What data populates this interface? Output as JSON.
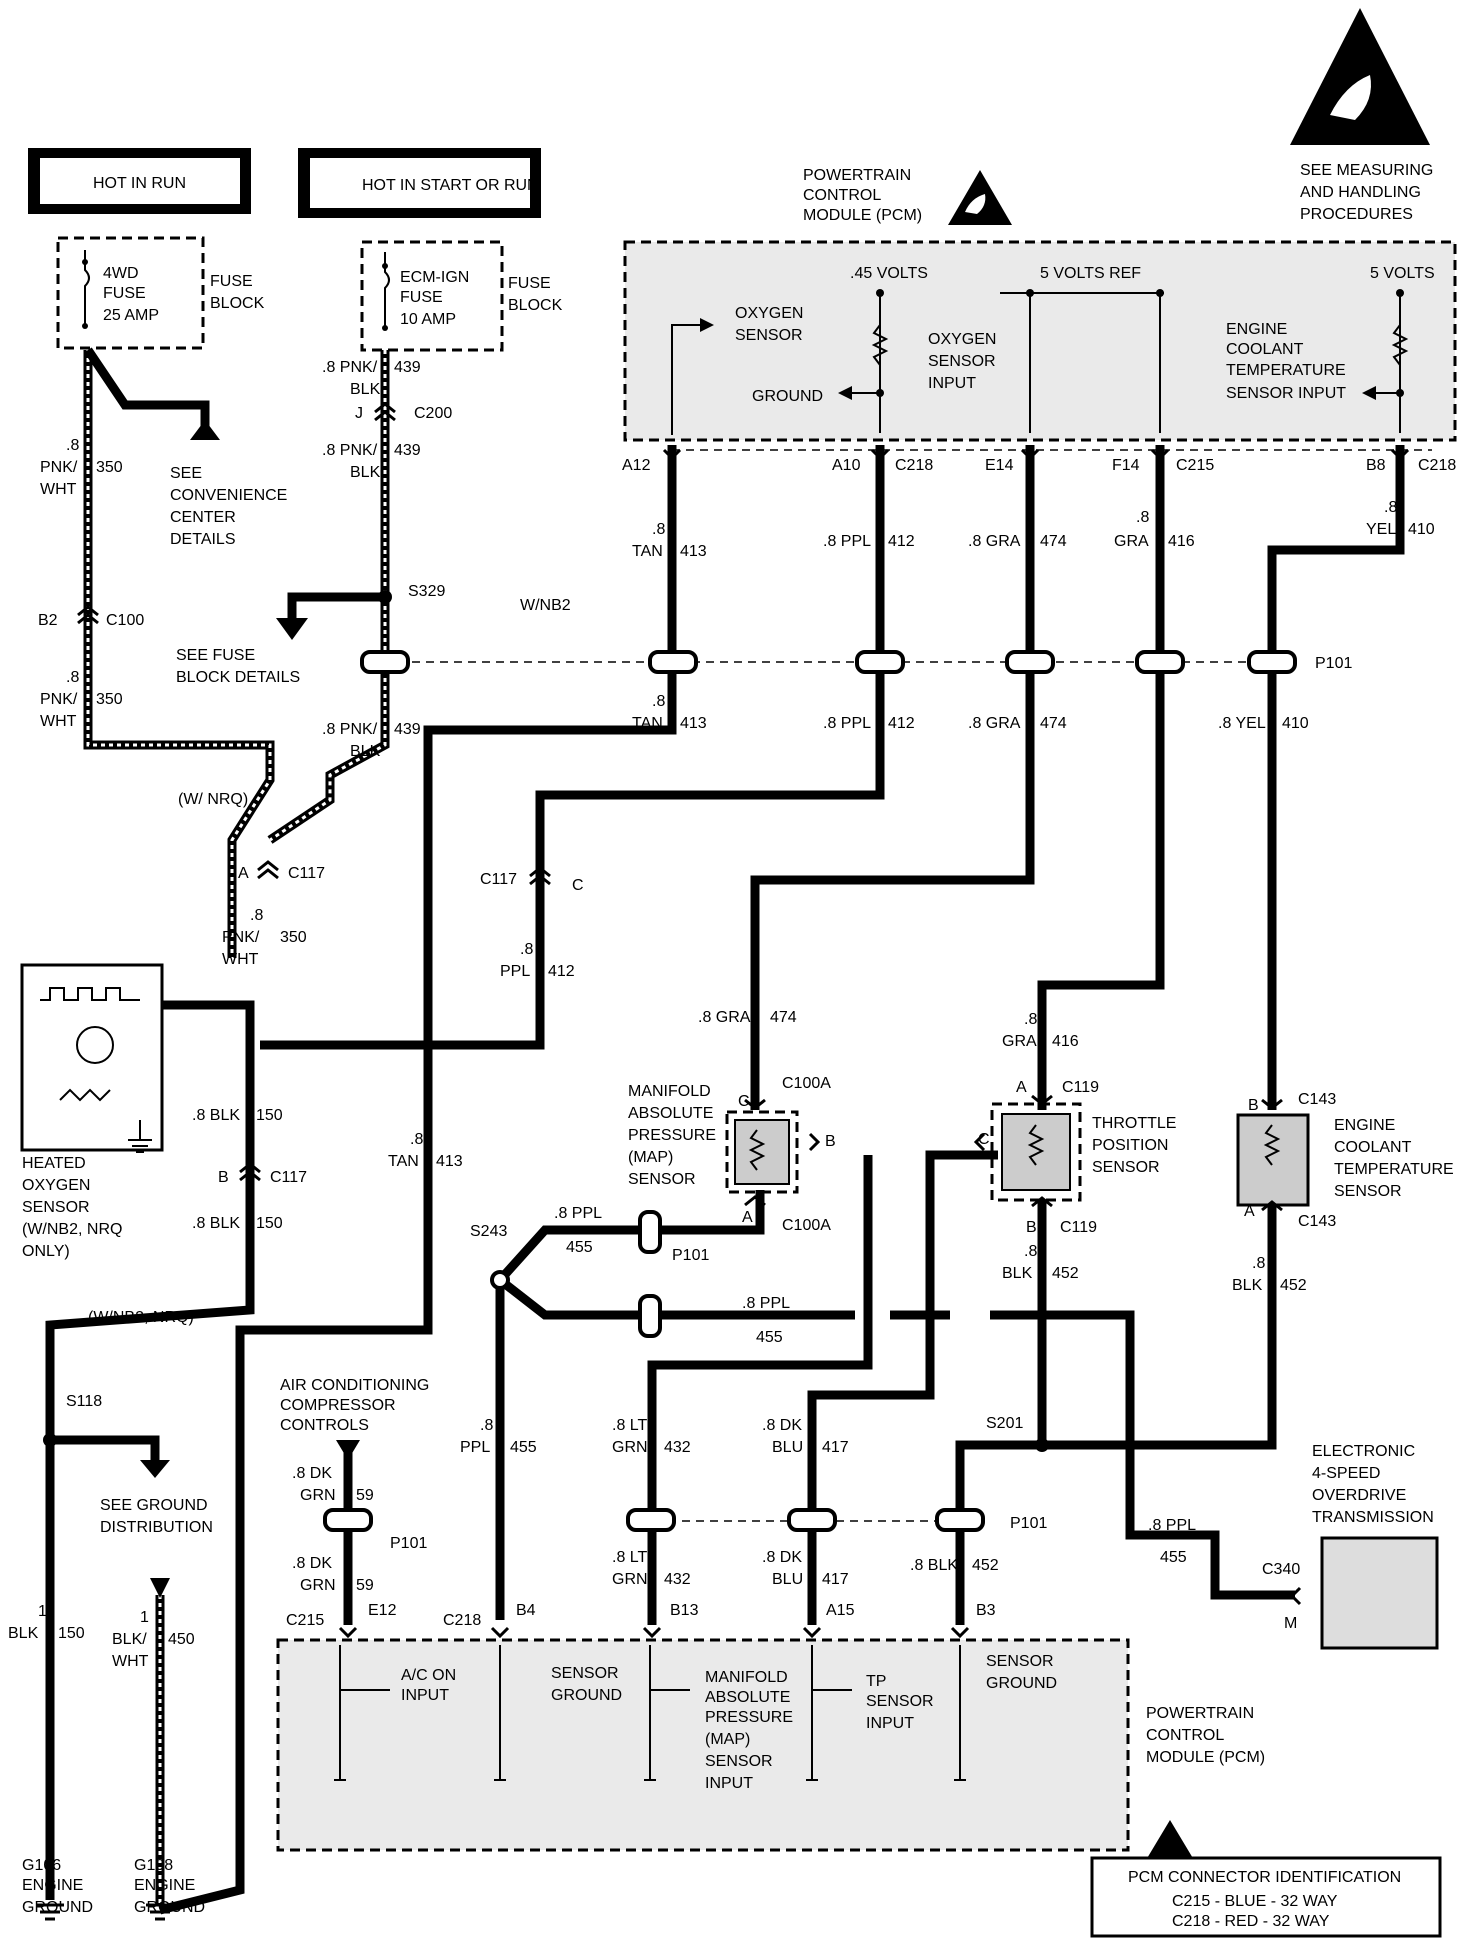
{
  "diagram": {
    "power": {
      "hot_in_run": "HOT IN RUN",
      "hot_in_start_or_run": "HOT IN START OR RUN"
    },
    "fuse1": {
      "line1": "4WD",
      "line2": "FUSE",
      "line3": "25 AMP",
      "block1": "FUSE",
      "block2": "BLOCK"
    },
    "fuse2": {
      "line1": "ECM-IGN",
      "line2": "FUSE",
      "line3": "10 AMP",
      "block1": "FUSE",
      "block2": "BLOCK"
    },
    "esd_note": {
      "line1": "SEE MEASURING",
      "line2": "AND HANDLING",
      "line3": "PROCEDURES"
    },
    "pcm_top": {
      "title1": "POWERTRAIN",
      "title2": "CONTROL",
      "title3": "MODULE (PCM)",
      "oxygen_sensor1": "OXYGEN",
      "oxygen_sensor2": "SENSOR",
      "volts45": ".45 VOLTS",
      "volts5ref": "5 VOLTS REF",
      "volts5": "5 VOLTS",
      "o2_input1": "OXYGEN",
      "o2_input2": "SENSOR",
      "o2_input3": "INPUT",
      "ground": "GROUND",
      "ect1": "ENGINE",
      "ect2": "COOLANT",
      "ect3": "TEMPERATURE",
      "ect4": "SENSOR INPUT"
    },
    "top_pins": [
      "A12",
      "A10",
      "C218",
      "E14",
      "F14",
      "C215",
      "B8",
      "C218"
    ],
    "wire_labels": {
      "w350a_1": ".8",
      "w350a_2": "PNK/",
      "w350a_3": "WHT",
      "w350a_num": "350",
      "w439a_1": ".8 PNK/",
      "w439a_2": "BLK",
      "w439a_num": "439",
      "c200_j": "J",
      "c200": "C200",
      "w439b_1": ".8 PNK/",
      "w439b_2": "BLK",
      "w439b_num": "439",
      "w413a_1": ".8",
      "w413a_2": "TAN",
      "w413a_num": "413",
      "w412a": ".8 PPL",
      "w412a_num": "412",
      "w474a": ".8 GRA",
      "w474a_num": "474",
      "w416a_1": ".8",
      "w416a_2": "GRA",
      "w416a_num": "416",
      "w410a_1": ".8",
      "w410a_2": "YEL",
      "w410a_num": "410",
      "see_convenience1": "SEE",
      "see_convenience2": "CONVENIENCE",
      "see_convenience3": "CENTER",
      "see_convenience4": "DETAILS",
      "b2": "B2",
      "c100": "C100",
      "w350b_1": ".8",
      "w350b_2": "PNK/",
      "w350b_3": "WHT",
      "w350b_num": "350",
      "s329": "S329",
      "wnb2": "W/NB2",
      "see_fuse1": "SEE FUSE",
      "see_fuse2": "BLOCK DETAILS",
      "p101": "P101",
      "w413b_1": ".8",
      "w413b_2": "TAN",
      "w413b_num": "413",
      "w412b": ".8 PPL",
      "w412b_num": "412",
      "w474b": ".8 GRA",
      "w474b_num": "474",
      "w410b": ".8 YEL",
      "w410b_num": "410",
      "w439c_1": ".8 PNK/",
      "w439c_2": "BLK",
      "w439c_num": "439",
      "w_nrq": "(W/ NRQ)",
      "c117_a": "A",
      "c117a": "C117",
      "w350c_1": ".8",
      "w350c_2": "PNK/",
      "w350c_3": "WHT",
      "w350c_num": "350",
      "c117b": "C117",
      "c117b_c": "C",
      "w412c_1": ".8",
      "w412c_2": "PPL",
      "w412c_num": "412",
      "w474c": ".8 GRA",
      "w474c_num": "474",
      "w416c_1": ".8",
      "w416c_2": "GRA",
      "w416c_num": "416",
      "w150a": ".8 BLK",
      "w150a_num": "150",
      "c117c_b": "B",
      "c117c": "C117",
      "w150b": ".8 BLK",
      "w150b_num": "150",
      "w413c_1": ".8",
      "w413c_2": "TAN",
      "w413c_num": "413",
      "heated1": "HEATED",
      "heated2": "OXYGEN",
      "heated3": "SENSOR",
      "heated4": "(W/NB2, NRQ",
      "heated5": "ONLY)",
      "wnb2nrq": "(W/NB2, NRQ)",
      "map1": "MANIFOLD",
      "map2": "ABSOLUTE",
      "map3": "PRESSURE",
      "map4": "(MAP)",
      "map5": "SENSOR",
      "c100a_top": "C100A",
      "c100a_bot": "C100A",
      "map_c": "C",
      "map_b": "B",
      "map_a": "A",
      "tps_a": "A",
      "c119_top": "C119",
      "tps1": "THROTTLE",
      "tps2": "POSITION",
      "tps3": "SENSOR",
      "tps_c": "C",
      "tps_b": "B",
      "c119_bot": "C119",
      "ect_b": "B",
      "c143_top": "C143",
      "ects1": "ENGINE",
      "ects2": "COOLANT",
      "ects3": "TEMPERATURE",
      "ects4": "SENSOR",
      "ect_a": "A",
      "c143_bot": "C143",
      "w455a": ".8 PPL",
      "w455a_num": "455",
      "s243": "S243",
      "p101b": "P101",
      "w452a_1": ".8",
      "w452a_2": "BLK",
      "w452a_num": "452",
      "w452b_1": ".8",
      "w452b_2": "BLK",
      "w452b_num": "452",
      "w455b": ".8 PPL",
      "w455b_num": "455",
      "s118": "S118",
      "see_ground1": "SEE GROUND",
      "see_ground2": "DISTRIBUTION",
      "ac1": "AIR CONDITIONING",
      "ac2": "COMPRESSOR",
      "ac3": "CONTROLS",
      "w455c_1": ".8",
      "w455c_2": "PPL",
      "w455c_num": "455",
      "w432a_1": ".8 LT",
      "w432a_2": "GRN",
      "w432a_num": "432",
      "w417a_1": ".8 DK",
      "w417a_2": "BLU",
      "w417a_num": "417",
      "s201": "S201",
      "etrans1": "ELECTRONIC",
      "etrans2": "4-SPEED",
      "etrans3": "OVERDRIVE",
      "etrans4": "TRANSMISSION",
      "w59a_1": ".8 DK",
      "w59a_2": "GRN",
      "w59a_num": "59",
      "p101c": "P101",
      "p101d": "P101",
      "w59b_1": ".8 DK",
      "w59b_2": "GRN",
      "w59b_num": "59",
      "w432b_1": ".8 LT",
      "w432b_2": "GRN",
      "w432b_num": "432",
      "w417b_1": ".8 DK",
      "w417b_2": "BLU",
      "w417b_num": "417",
      "w452c": ".8 BLK",
      "w452c_num": "452",
      "w455d": ".8 PPL",
      "w455d_num": "455",
      "c340": "C340",
      "c340_m": "M",
      "w150c_1": "1",
      "w150c_2": "BLK",
      "w150c_num": "150",
      "w450_1": "1",
      "w450_2": "BLK/",
      "w450_3": "WHT",
      "w450_num": "450"
    },
    "bottom_pins": [
      "C215",
      "E12",
      "C218",
      "B4",
      "B13",
      "A15",
      "B3"
    ],
    "pcm_bottom": {
      "ac_on1": "A/C ON",
      "ac_on2": "INPUT",
      "sensor_ground1": "SENSOR",
      "sensor_ground2": "GROUND",
      "map_in1": "MANIFOLD",
      "map_in2": "ABSOLUTE",
      "map_in3": "PRESSURE",
      "map_in4": "(MAP)",
      "map_in5": "SENSOR",
      "map_in6": "INPUT",
      "tp1": "TP",
      "tp2": "SENSOR",
      "tp3": "INPUT",
      "sg2_1": "SENSOR",
      "sg2_2": "GROUND",
      "title1": "POWERTRAIN",
      "title2": "CONTROL",
      "title3": "MODULE (PCM)"
    },
    "grounds": {
      "g106_1": "G106",
      "g106_2": "ENGINE",
      "g106_3": "GROUND",
      "g108_1": "G108",
      "g108_2": "ENGINE",
      "g108_3": "GROUND"
    },
    "pcm_id": {
      "title": "PCM CONNECTOR IDENTIFICATION",
      "line1": "C215 - BLUE - 32 WAY",
      "line2": "C218 - RED - 32 WAY"
    }
  }
}
